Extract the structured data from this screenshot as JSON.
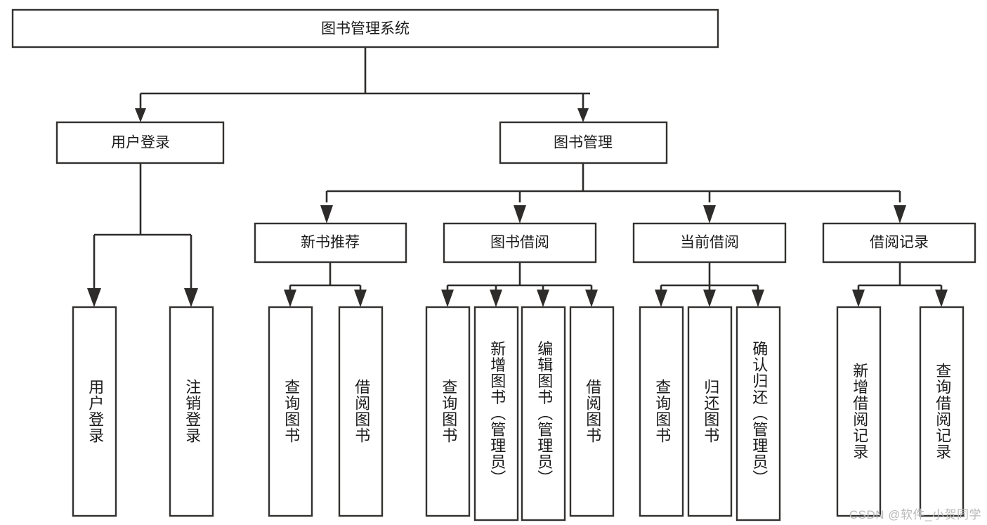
{
  "diagram": {
    "kind": "tree-hierarchy",
    "title": "图书管理系统",
    "watermark": "CSDN @软件_小贺同学",
    "colors": {
      "box_stroke": "#33312f",
      "box_fill": "#ffffff",
      "link": "#2e2c2b",
      "text": "#1b1b1b",
      "watermark": "#b9b9b9",
      "background": "#ffffff"
    },
    "nodes": {
      "root": {
        "label": "图书管理系统"
      },
      "level2": [
        {
          "id": "user-login",
          "label": "用户登录"
        },
        {
          "id": "book-manage",
          "label": "图书管理"
        }
      ],
      "level3": [
        {
          "id": "new-book-recommend",
          "label": "新书推荐"
        },
        {
          "id": "book-borrow",
          "label": "图书借阅"
        },
        {
          "id": "current-borrow",
          "label": "当前借阅"
        },
        {
          "id": "borrow-record",
          "label": "借阅记录"
        }
      ],
      "leaves": {
        "user-login": [
          {
            "id": "leaf-user-login",
            "label": "用户登录"
          },
          {
            "id": "leaf-logout-login",
            "label": "注销登录"
          }
        ],
        "new-book-recommend": [
          {
            "id": "leaf-query-book-1",
            "label": "查询图书"
          },
          {
            "id": "leaf-borrow-book-1",
            "label": "借阅图书"
          }
        ],
        "book-borrow": [
          {
            "id": "leaf-query-book-2",
            "label": "查询图书"
          },
          {
            "id": "leaf-add-book",
            "label": "新增图书（管理员）"
          },
          {
            "id": "leaf-edit-book",
            "label": "编辑图书（管理员）"
          },
          {
            "id": "leaf-borrow-book-2",
            "label": "借阅图书"
          }
        ],
        "current-borrow": [
          {
            "id": "leaf-query-book-3",
            "label": "查询图书"
          },
          {
            "id": "leaf-return-book",
            "label": "归还图书"
          },
          {
            "id": "leaf-confirm-return",
            "label": "确认归还（管理员）"
          }
        ],
        "borrow-record": [
          {
            "id": "leaf-add-record",
            "label": "新增借阅记录"
          },
          {
            "id": "leaf-query-record",
            "label": "查询借阅记录"
          }
        ]
      }
    }
  }
}
